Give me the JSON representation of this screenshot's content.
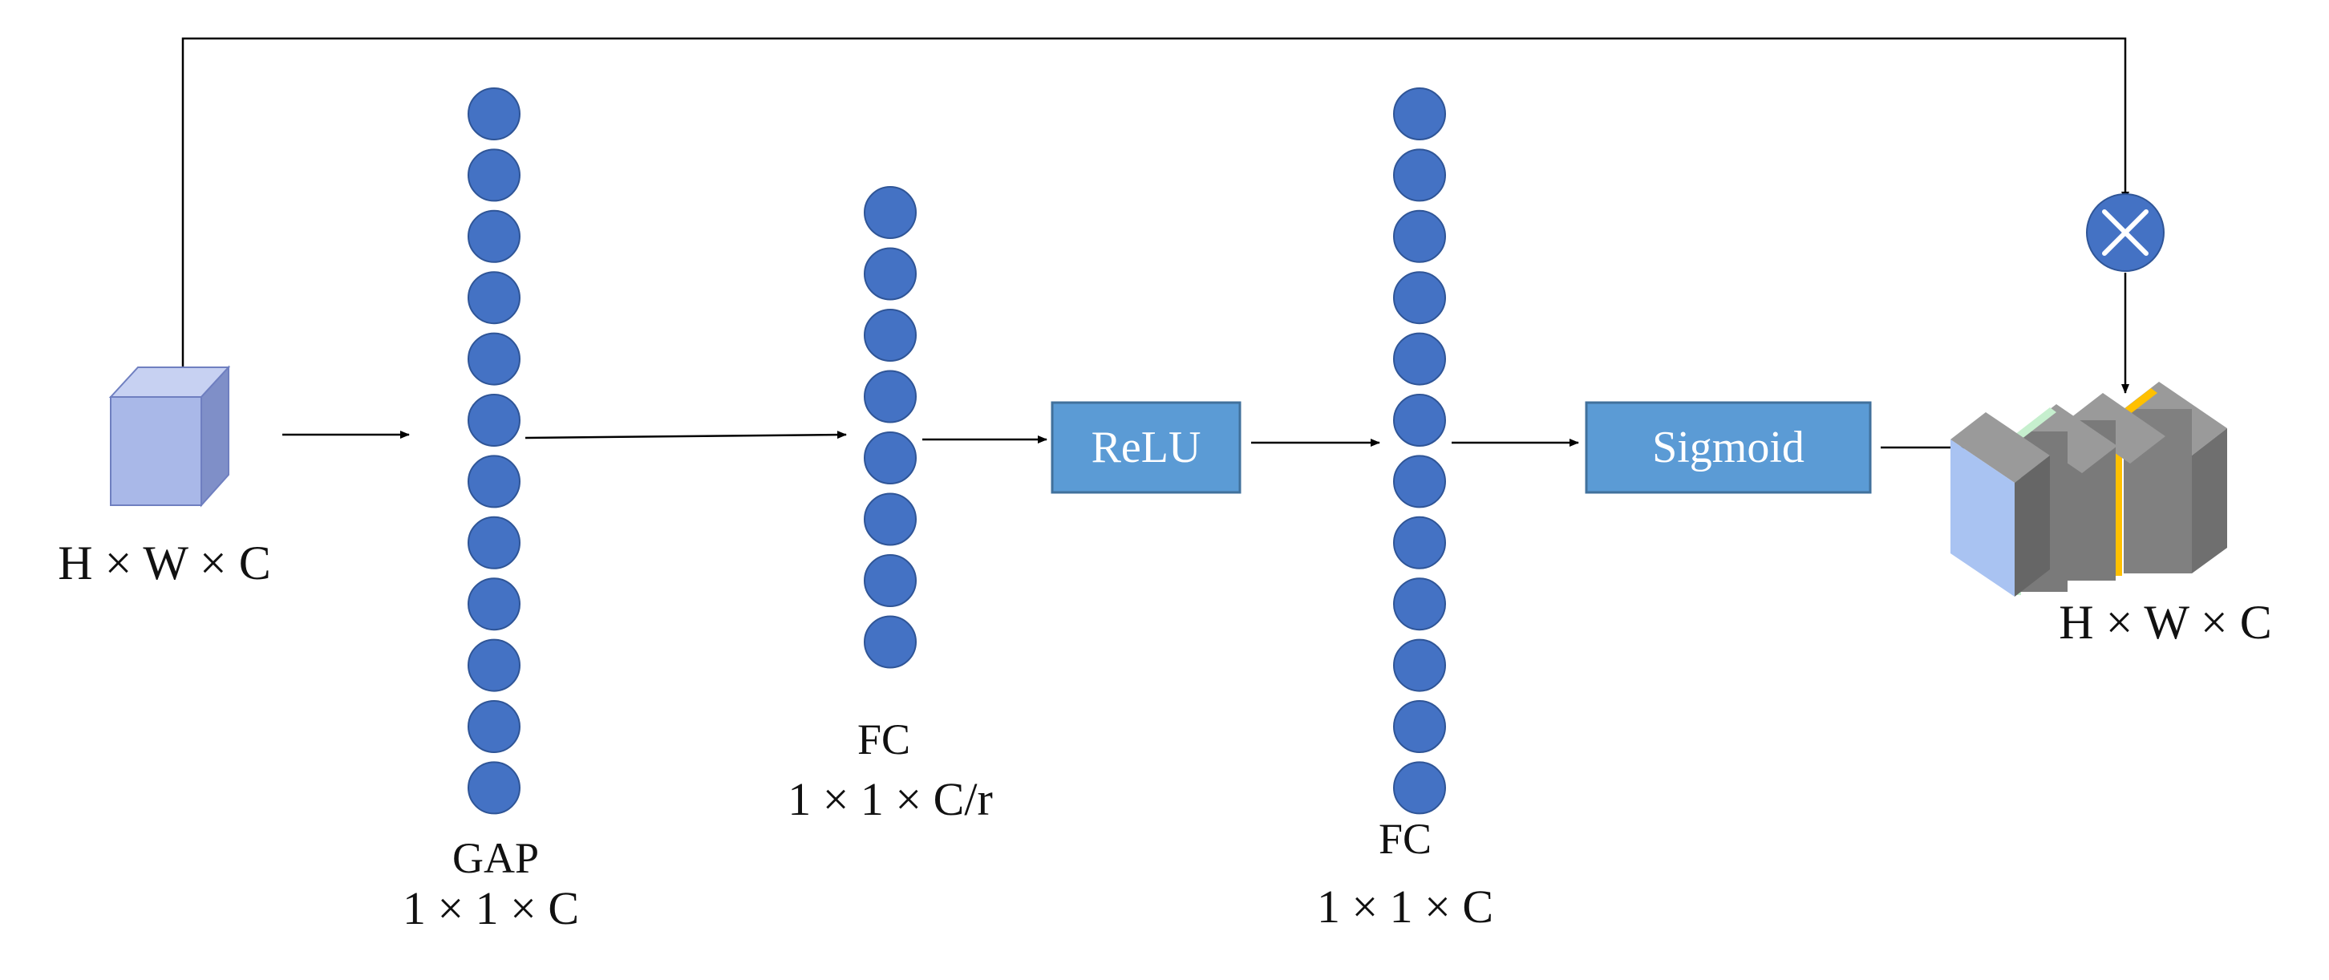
{
  "colors": {
    "node": "#4472C4",
    "node_stroke": "#2F5597",
    "box": "#5B9BD5",
    "box_stroke": "#41719C",
    "arrow": "#000000",
    "cube_front": "#A9B8E8",
    "cube_top": "#C7D1F2",
    "cube_side": "#7F8FC8",
    "stack_gray": "#808080",
    "stack_green": "#C6EFCE",
    "stack_yellow": "#FFC000"
  },
  "input": {
    "label": "H × W × C",
    "icon": "feature-cube-icon"
  },
  "gap": {
    "name": "GAP",
    "dims": "1 × 1 × C",
    "node_count": 12
  },
  "fc1": {
    "name": "FC",
    "dims": "1 × 1 × C/r",
    "node_count": 8
  },
  "relu": {
    "label": "ReLU"
  },
  "fc2": {
    "name": "FC",
    "dims": "1 × 1 × C",
    "node_count": 12
  },
  "sigmoid": {
    "label": "Sigmoid"
  },
  "multiply": {
    "icon": "multiply-icon"
  },
  "output": {
    "label": "H × W × C",
    "icon": "weighted-feature-stack-icon"
  }
}
